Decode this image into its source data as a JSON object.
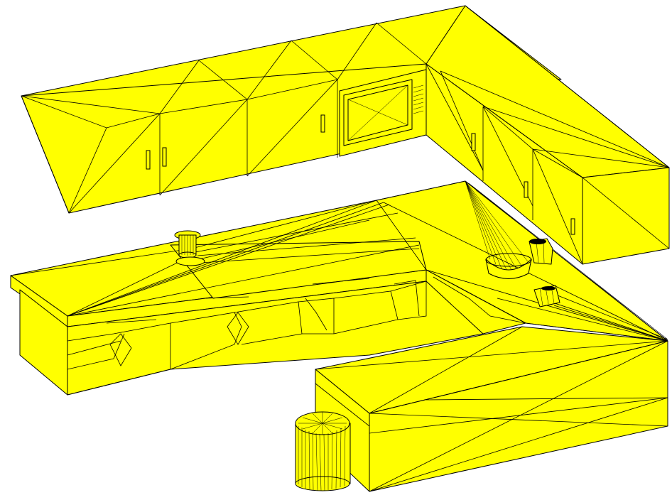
{
  "scene": {
    "colors": {
      "background": "#ffffff",
      "fill": "#ffff00",
      "edge": "#000000"
    },
    "objects": [
      "upper-cabinet-run",
      "microwave",
      "upper-corner-cabinets",
      "base-cabinet-counter",
      "island-counter",
      "pedestal-stool",
      "faucet-left",
      "faucet-right",
      "pendant-bowl"
    ]
  }
}
